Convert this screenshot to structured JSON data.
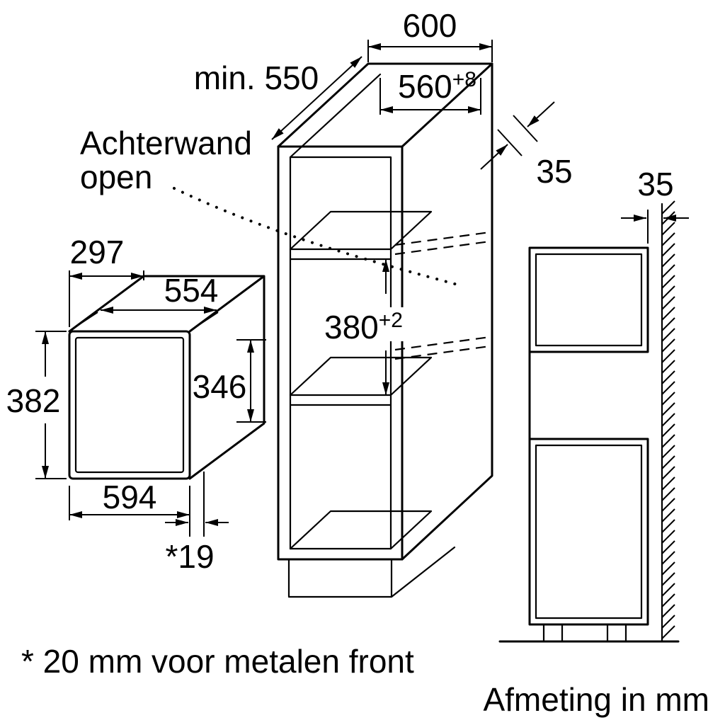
{
  "drawing": {
    "annotations": {
      "back_panel_note_line1": "Achterwand",
      "back_panel_note_line2": "open",
      "footnote": "* 20 mm voor metalen front",
      "units_note": "Afmeting in mm"
    },
    "cabinet": {
      "depth_min": "min. 550",
      "outer_width": "600",
      "niche_width": "560",
      "niche_width_tolerance": "+8",
      "niche_height": "380",
      "niche_height_tolerance": "+2",
      "wall_clearance": "35"
    },
    "side_view": {
      "wall_clearance": "35"
    },
    "appliance": {
      "body_depth": "297",
      "body_width": "554",
      "front_height": "382",
      "body_height": "346",
      "front_width": "594",
      "front_panel_offset": "*19"
    }
  }
}
